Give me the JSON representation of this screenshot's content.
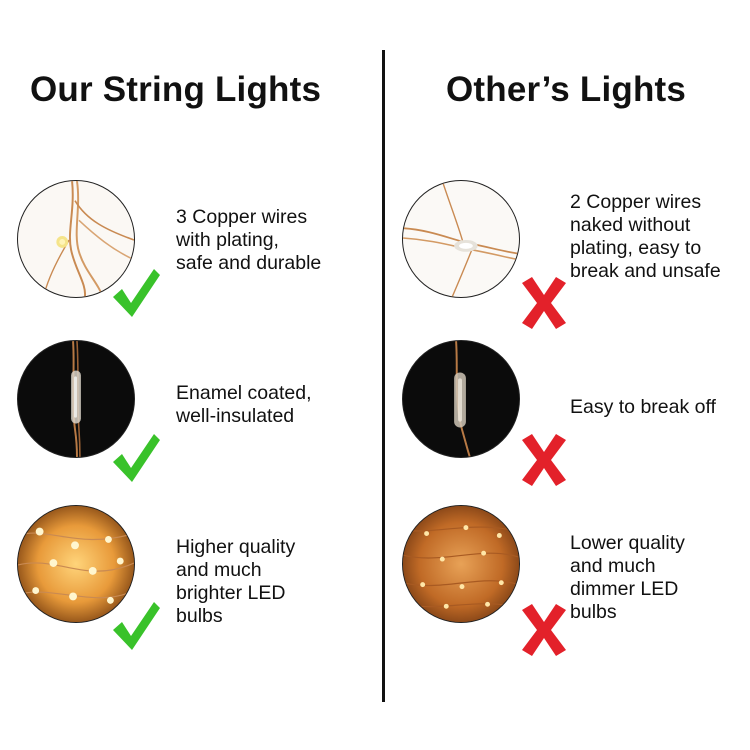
{
  "left": {
    "title": "Our String Lights",
    "rows": [
      {
        "lines": [
          "3 Copper wires",
          "with plating,",
          "safe and durable"
        ],
        "verdict": "check"
      },
      {
        "lines": [
          "Enamel coated,",
          "well-insulated"
        ],
        "verdict": "check"
      },
      {
        "lines": [
          "Higher quality",
          "and much",
          "brighter LED",
          "bulbs"
        ],
        "verdict": "check"
      }
    ]
  },
  "right": {
    "title": "Other’s Lights",
    "rows": [
      {
        "lines": [
          "2 Copper wires",
          "naked without",
          "plating, easy to",
          "break and unsafe"
        ],
        "verdict": "cross"
      },
      {
        "lines": [
          "Easy to break off"
        ],
        "verdict": "cross"
      },
      {
        "lines": [
          "Lower quality",
          "and much",
          "dimmer LED",
          "bulbs"
        ],
        "verdict": "cross"
      }
    ]
  },
  "colors": {
    "check": "#39c22a",
    "cross": "#e3212a",
    "copper": "#c98a52",
    "glow": "#f0a53a"
  },
  "icons": {
    "check": "check-mark-icon",
    "cross": "cross-mark-icon"
  }
}
